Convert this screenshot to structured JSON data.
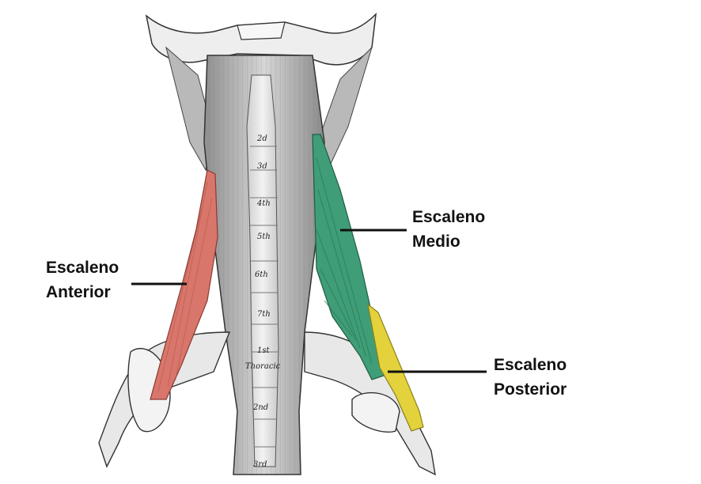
{
  "labels": {
    "anterior": {
      "line1": "Escaleno",
      "line2": "Anterior",
      "color": "#d9766b"
    },
    "medio": {
      "line1": "Escaleno",
      "line2": "Medio",
      "color": "#3f9e77"
    },
    "posterior": {
      "line1": "Escaleno",
      "line2": "Posterior",
      "color": "#e3d23c"
    }
  },
  "vertebra_labels": [
    "2d",
    "3d",
    "4th",
    "5th",
    "6th",
    "7th",
    "1st",
    "Thoracic",
    "2nd",
    "3rd"
  ]
}
